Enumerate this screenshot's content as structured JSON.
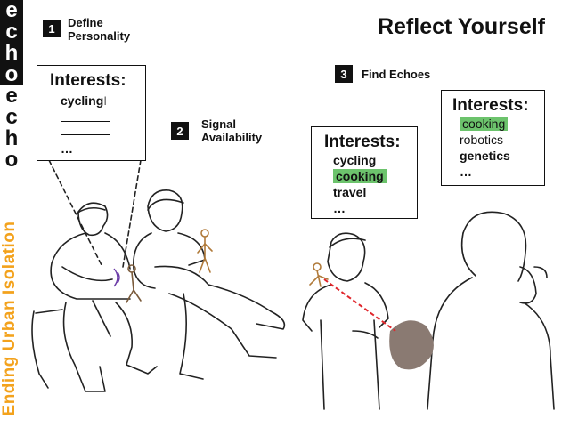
{
  "brand": {
    "letters": [
      "e",
      "c",
      "h",
      "o",
      "e",
      "c",
      "h",
      "o"
    ],
    "tagline": "Ending Urban Isolation"
  },
  "title": "Reflect Yourself",
  "steps": [
    {
      "number": "1",
      "label": "Define\nPersonality"
    },
    {
      "number": "2",
      "label": "Signal\nAvailability"
    },
    {
      "number": "3",
      "label": "Find Echoes"
    }
  ],
  "panel_define": {
    "heading": "Interests:",
    "first_item": "cycling",
    "ellipsis": "…"
  },
  "panel_man": {
    "heading": "Interests:",
    "items": [
      "cycling",
      "cooking",
      "travel",
      "…"
    ],
    "highlight": "cooking"
  },
  "panel_woman": {
    "heading": "Interests:",
    "items": [
      "cooking",
      "robotics",
      "genetics",
      "…"
    ],
    "highlight": "cooking"
  },
  "colors": {
    "accent_orange": "#f3a21c",
    "highlight_green": "#6cc36c",
    "laser_red": "#e0262c"
  }
}
